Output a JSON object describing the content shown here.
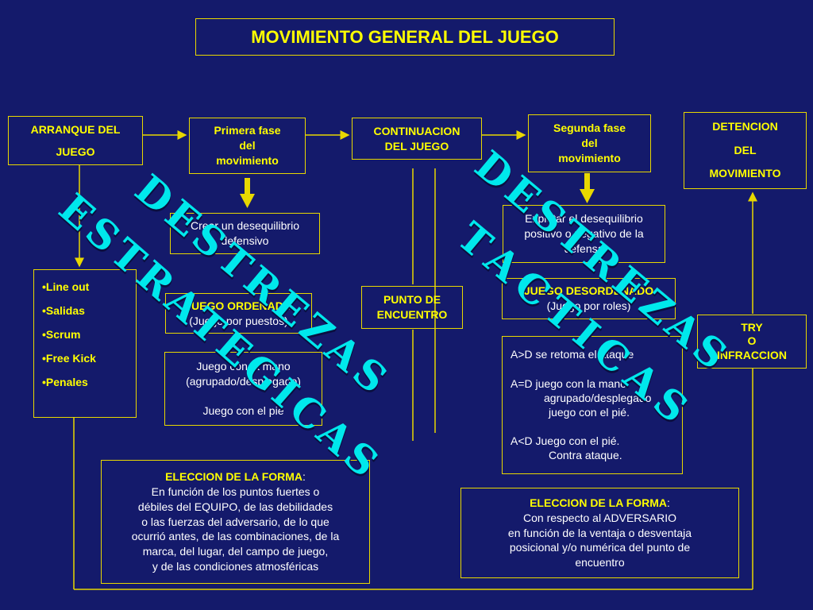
{
  "title": "MOVIMIENTO GENERAL DEL JUEGO",
  "top_row": {
    "arranque": [
      "ARRANQUE DEL",
      "JUEGO"
    ],
    "primera_fase": [
      "Primera fase",
      "del",
      "movimiento"
    ],
    "continuacion": [
      "CONTINUACION",
      "DEL JUEGO"
    ],
    "segunda_fase": [
      "Segunda fase",
      "del",
      "movimiento"
    ],
    "detencion": [
      "DETENCION",
      "DEL",
      "MOVIMIENTO"
    ]
  },
  "left_branch": {
    "desequilibrio": [
      "Crear un desequilibrio",
      "defensivo"
    ],
    "list_items": [
      "•Line out",
      "•Salidas",
      "•Scrum",
      "•Free Kick",
      "•Penales"
    ],
    "ordenado": {
      "title": "JUEGO ORDENADO",
      "sub": "(Juego por puestos)"
    },
    "mano_pie": [
      "Juego con la mano",
      "(agrupado/desplegado)",
      "",
      "Juego con el pié"
    ],
    "eleccion": {
      "title": "ELECCION DE LA FORMA",
      "colon": ":",
      "lines": [
        "En función de los puntos fuertes o",
        "débiles del EQUIPO, de las debilidades",
        "o las fuerzas del adversario, de lo que",
        "ocurrió antes, de las combinaciones, de la",
        "marca, del lugar, del campo de juego,",
        "y de las condiciones atmosféricas"
      ]
    }
  },
  "center": {
    "punto": [
      "PUNTO DE",
      "ENCUENTRO"
    ]
  },
  "right_branch": {
    "explotar": [
      "Explotar el desequilibrio",
      "positivo o negativo de la",
      "defensa"
    ],
    "desordenado": {
      "title": "JUEGO DESORDENADO",
      "sub": "(Juego por roles)"
    },
    "comparisons": [
      "A>D se retoma el ataque",
      "",
      "A=D juego con la mano",
      "agrupado/desplegado",
      "juego con el pié.",
      "",
      "A<D Juego con el pié.",
      "Contra ataque."
    ],
    "eleccion": {
      "title": "ELECCION DE LA FORMA",
      "colon": ":",
      "lines": [
        "Con respecto al ADVERSARIO",
        "en función de la ventaja o desventaja",
        "posicional y/o numérica del punto de",
        "encuentro"
      ]
    },
    "try": [
      "TRY",
      "O",
      "INFRACCION"
    ]
  },
  "overlay": {
    "left_line1": "DESTREZAS",
    "left_line2": "ESTRATEGICAS",
    "right_line1": "DESTREZAS",
    "right_line2": "TACTICAS"
  },
  "colors": {
    "background": "#141a6b",
    "border": "#e8d800",
    "title_text": "#ffff00",
    "overlay_text": "#00e8ec"
  }
}
